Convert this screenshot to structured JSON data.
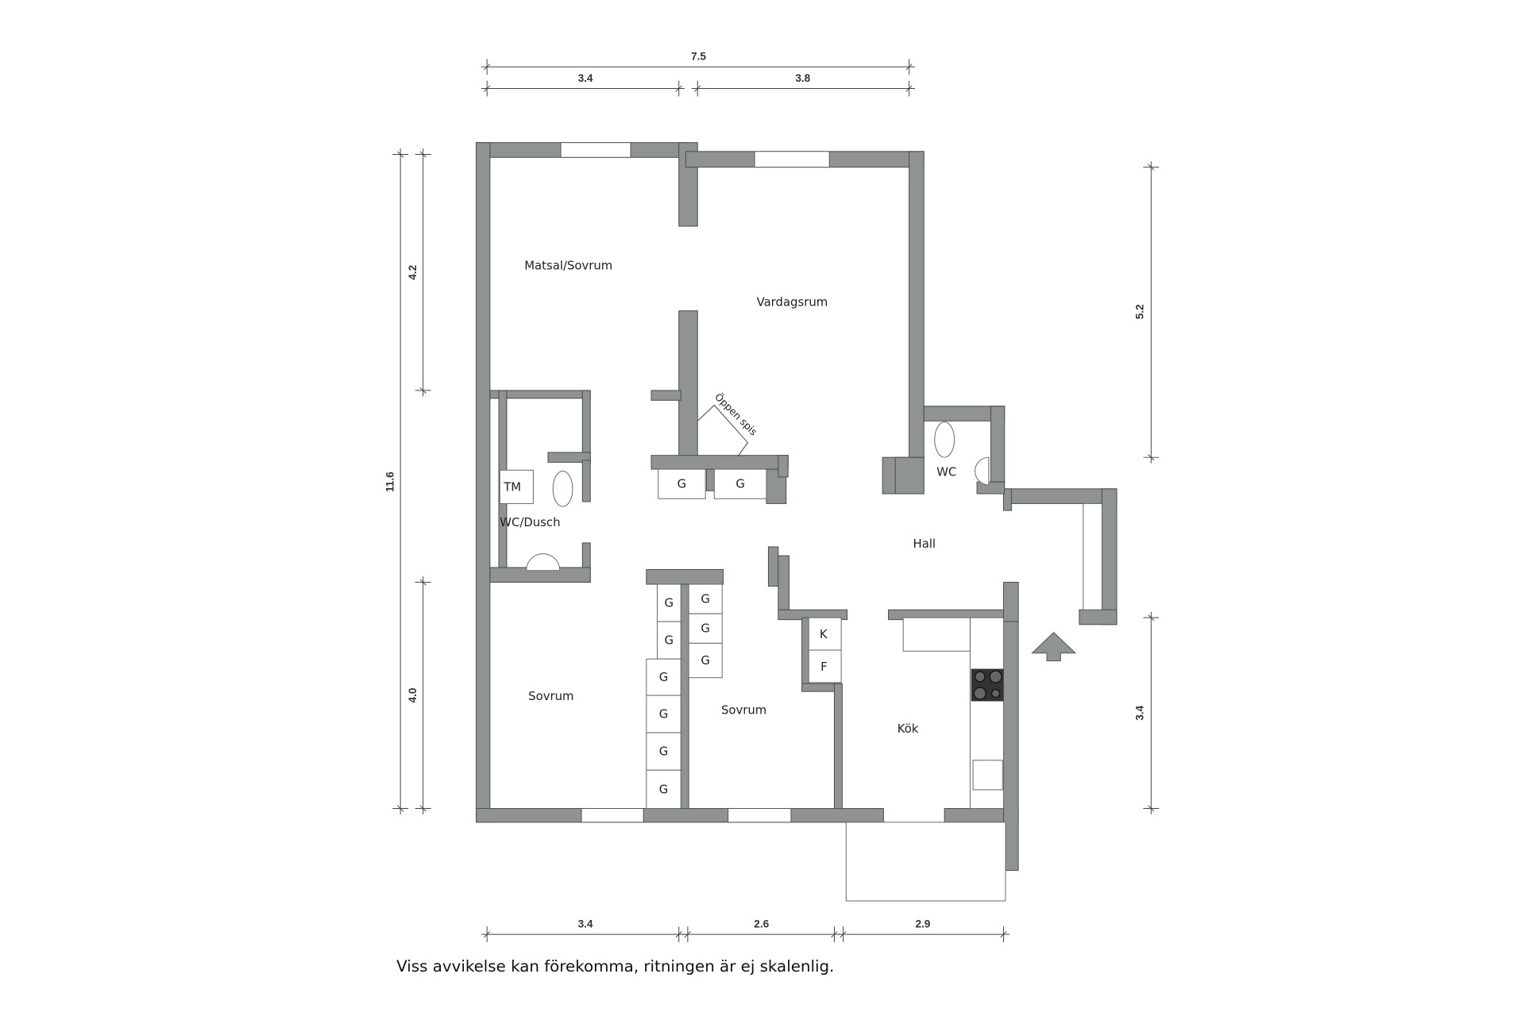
{
  "rooms": {
    "matsal": "Matsal/Sovrum",
    "vardagsrum": "Vardagsrum",
    "oppen_spis": "Öppen spis",
    "wc_dusch": "WC/Dusch",
    "tm": "TM",
    "wc": "WC",
    "hall": "Hall",
    "sovrum1": "Sovrum",
    "sovrum2": "Sovrum",
    "kok": "Kök",
    "k": "K",
    "f": "F",
    "g": "G"
  },
  "dimensions": {
    "top_total": "7.5",
    "top_left": "3.4",
    "top_right": "3.8",
    "left_total": "11.6",
    "left_upper": "4.2",
    "left_lower": "4.0",
    "right_upper": "5.2",
    "right_lower": "3.4",
    "bottom_left": "3.4",
    "bottom_mid": "2.6",
    "bottom_right": "2.9"
  },
  "disclaimer": "Viss avvikelse kan förekomma, ritningen är ej skalenlig.",
  "colors": {
    "wall": "#8f9393"
  }
}
